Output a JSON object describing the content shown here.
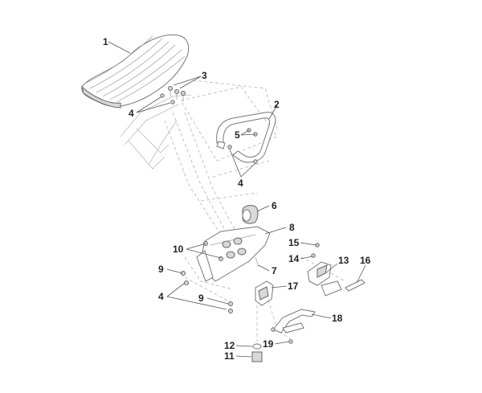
{
  "callouts": {
    "c1": "1",
    "c2": "2",
    "c3": "3",
    "c4a": "4",
    "c4b": "4",
    "c4c": "4",
    "c5": "5",
    "c6": "6",
    "c7": "7",
    "c8": "8",
    "c9a": "9",
    "c9b": "9",
    "c10": "10",
    "c11": "11",
    "c12": "12",
    "c13": "13",
    "c14": "14",
    "c15": "15",
    "c16": "16",
    "c17": "17",
    "c18": "18",
    "c19": "19"
  }
}
